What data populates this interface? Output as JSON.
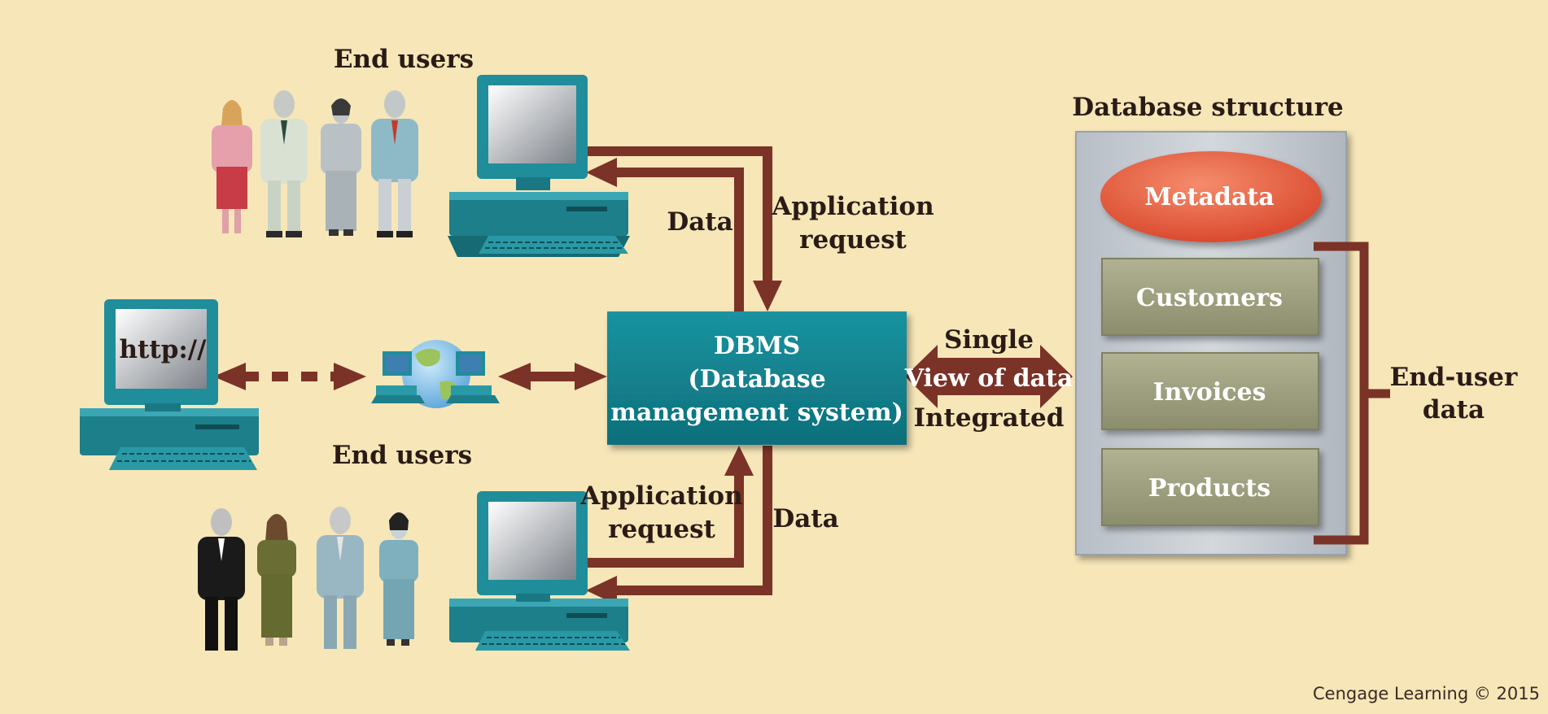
{
  "labels": {
    "end_users_top": "End users",
    "end_users_middle": "End users",
    "data_top": "Data",
    "application_request_top": [
      "Application",
      "request"
    ],
    "application_request_bottom": [
      "Application",
      "request"
    ],
    "data_bottom": "Data",
    "http": "http://",
    "single": "Single",
    "view_of_data": "View of data",
    "integrated": "Integrated",
    "end_user_data": [
      "End-user",
      "data"
    ]
  },
  "dbms": {
    "title": "DBMS",
    "subtitle_line1": "(Database",
    "subtitle_line2": "management system)"
  },
  "database_structure": {
    "title": "Database structure",
    "metadata": "Metadata",
    "tables": [
      "Customers",
      "Invoices",
      "Products"
    ]
  },
  "credit": "Cengage Learning © 2015",
  "colors": {
    "background": "#f6e6b8",
    "arrow": "#7b3328",
    "dbms_box": "#13838f",
    "metadata": "#e8583a",
    "table_box": "#9e9f7d",
    "db_container": "#c3c9d0"
  }
}
